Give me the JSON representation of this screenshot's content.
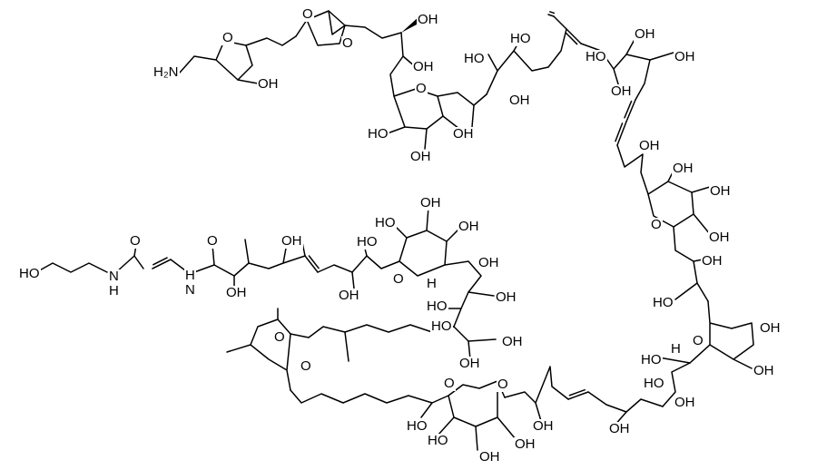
{
  "labels": {
    "amine": "H₂N",
    "oh": "OH",
    "ho": "HO",
    "o": "O",
    "h": "H",
    "nh": "N\nH",
    "hn": "H\nN"
  },
  "colors": {
    "ink": "#000000",
    "background": "#ffffff"
  }
}
